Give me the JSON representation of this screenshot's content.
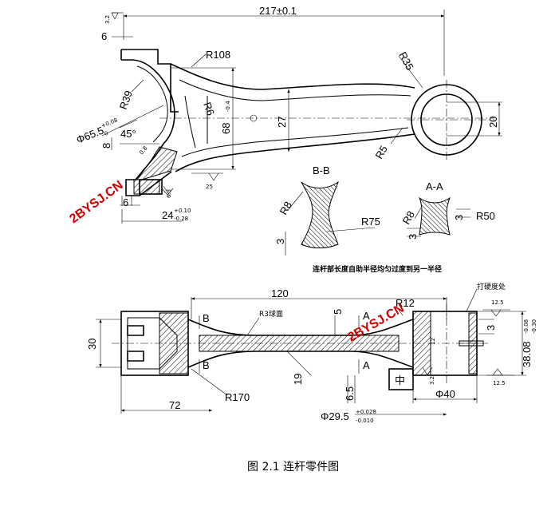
{
  "top_view": {
    "overall_length": "217±0.1",
    "r108": "R108",
    "r35": "R35",
    "r39": "R39",
    "r6": "R6",
    "r5": "R5",
    "dim_68": "68",
    "dim_68_tol": "-0.4",
    "dim_27": "27",
    "dim_20": "20",
    "dim_6": "6",
    "dim_8": "8",
    "dim_45": "45°",
    "dim_0_8": "0.8",
    "bore_diam": "Φ65.5",
    "bore_tol": "+0.08",
    "bore_tol2": "0",
    "dim_24": "24",
    "dim_24_tol_up": "+0.10",
    "dim_24_tol_low": "-0.28",
    "rough_32": "3.2",
    "rough_25": "25",
    "rough_63": "6.3",
    "small_6": "6"
  },
  "section_bb": {
    "title": "B-B",
    "r8": "R8",
    "r75": "R75",
    "dim_3": "3"
  },
  "section_aa": {
    "title": "A-A",
    "r8": "R8",
    "r50": "R50",
    "dim_3a": "3",
    "dim_3b": "3"
  },
  "note": "连杆部长度自助半径均匀过度到另一半径",
  "side_view": {
    "dim_120": "120",
    "dim_5": "5",
    "r3_label": "R3球面",
    "label_a_top": "A",
    "label_a_bottom": "A",
    "label_b_top": "B",
    "label_b_bottom": "B",
    "r12": "R12",
    "r170": "R170",
    "dim_19": "19",
    "dim_30": "30",
    "dim_72": "72",
    "dim_6_5": "6.5",
    "dim_40": "Φ40",
    "dim_3": "3",
    "dim_12": "12",
    "dim_3_2": "3.2",
    "small_bore": "Φ29.5",
    "small_bore_tol_up": "+0.028",
    "small_bore_tol_low": "-0.010",
    "right_dim": "38.08",
    "right_tol_up": "-0.08",
    "right_tol_low": "-0.30",
    "rough_12_5_top": "12.5",
    "rough_12_5_bottom": "12.5",
    "zhong": "中",
    "dachong": "打硬度处"
  },
  "watermark": "2BYSJ.CN",
  "caption": "图 2.1  连杆零件图",
  "colors": {
    "line": "#000000",
    "watermark": "#d00000",
    "background": "#ffffff"
  }
}
